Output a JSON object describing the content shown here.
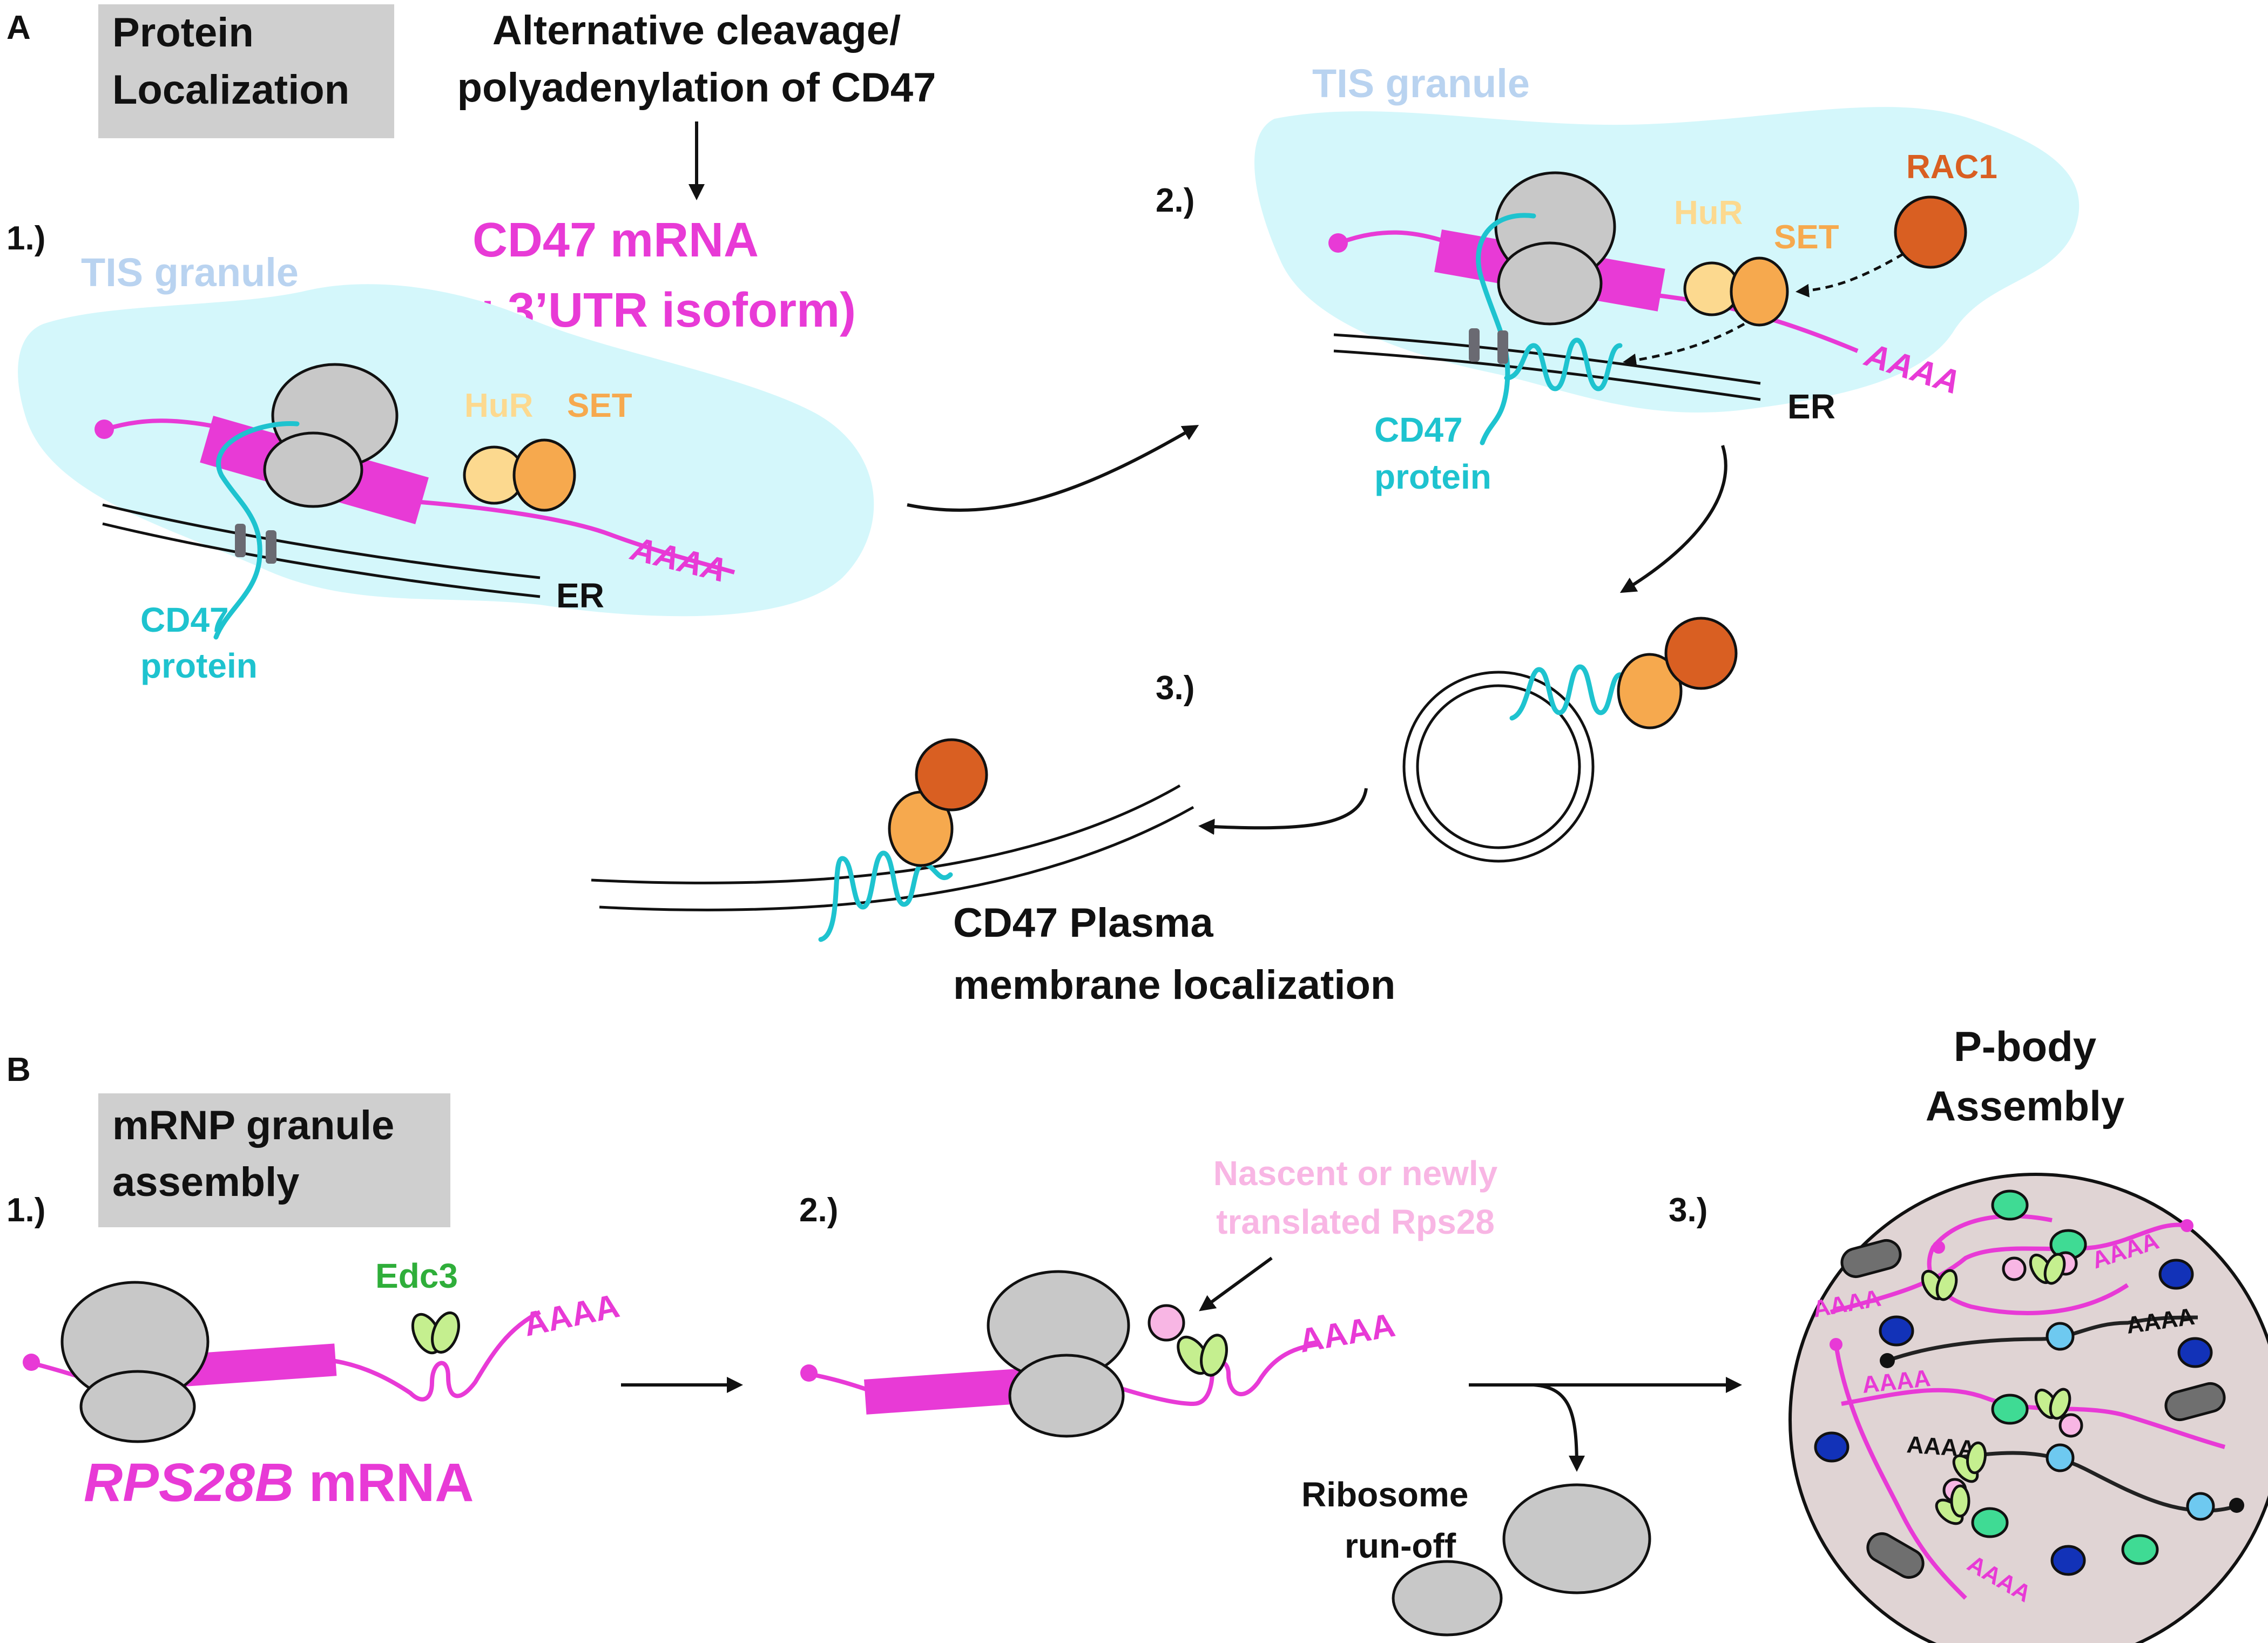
{
  "panel_a": {
    "letter": "A",
    "box_title_line1": "Protein",
    "box_title_line2": "Localization",
    "top_caption_line1": "Alternative cleavage/",
    "top_caption_line2": "polyadenylation of CD47",
    "mrna_label_line1": "CD47 mRNA",
    "mrna_label_line2": "(long 3’UTR isoform)",
    "step1": "1.)",
    "step2": "2.)",
    "step3": "3.)",
    "tis_granule": "TIS granule",
    "hur": "HuR",
    "set": "SET",
    "rac1": "RAC1",
    "er": "ER",
    "polya": "AAAA",
    "cd47_protein_line1": "CD47",
    "cd47_protein_line2": "protein",
    "pm_caption_line1": "CD47 Plasma",
    "pm_caption_line2": "membrane localization"
  },
  "panel_b": {
    "letter": "B",
    "box_title_line1": "mRNP granule",
    "box_title_line2": "assembly",
    "step1": "1.)",
    "step2": "2.)",
    "step3": "3.)",
    "edc3": "Edc3",
    "polya": "AAAA",
    "mrna_gene": "RPS28B",
    "mrna_word": " mRNA",
    "nascent_line1": "Nascent or newly",
    "nascent_line2": "translated Rps28",
    "runoff_line1": "Ribosome",
    "runoff_line2": "run-off",
    "pbody_line1": "P-body",
    "pbody_line2": "Assembly"
  },
  "colors": {
    "mrna": "#e83ad6",
    "cd47_protein": "#1ec3cf",
    "tis_granule": "#d4f7fb",
    "tis_label": "#b9d3f0",
    "ribosome": "#c8c8c8",
    "hur": "#fcd98f",
    "set": "#f6a94e",
    "rac1": "#d95f22",
    "edc3": "#c5ef8f",
    "edc3_label": "#2fae3a",
    "rps28": "#f8b6e4",
    "pbody": "#e0d4d4"
  }
}
